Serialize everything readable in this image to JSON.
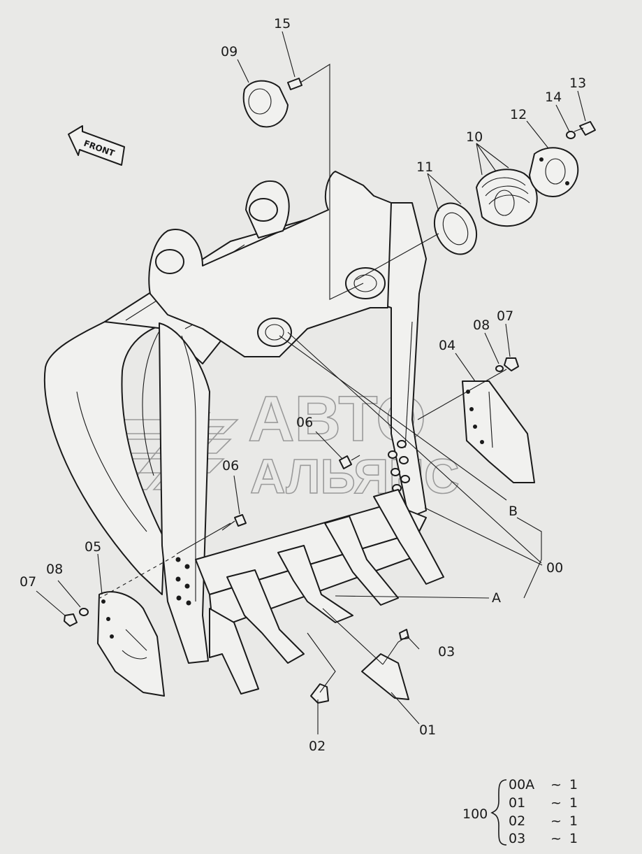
{
  "front_label": "FRONT",
  "watermark": {
    "line1": "АВТО",
    "line2": "АЛЬЯНС"
  },
  "callouts": {
    "c15": "15",
    "c09": "09",
    "c13": "13",
    "c14": "14",
    "c12": "12",
    "c10": "10",
    "c11": "11",
    "c08r": "08",
    "c07r": "07",
    "c04": "04",
    "c06a": "06",
    "c06b": "06",
    "c05": "05",
    "c08l": "08",
    "c07l": "07",
    "cB": "B",
    "c00": "00",
    "cA": "A",
    "c03": "03",
    "c01": "01",
    "c02": "02"
  },
  "assembly": {
    "number": "100",
    "rows": [
      {
        "part": "00A",
        "sep": "~",
        "qty": "1"
      },
      {
        "part": "01",
        "sep": "~",
        "qty": "1"
      },
      {
        "part": "02",
        "sep": "~",
        "qty": "1"
      },
      {
        "part": "03",
        "sep": "~",
        "qty": "1"
      }
    ]
  }
}
